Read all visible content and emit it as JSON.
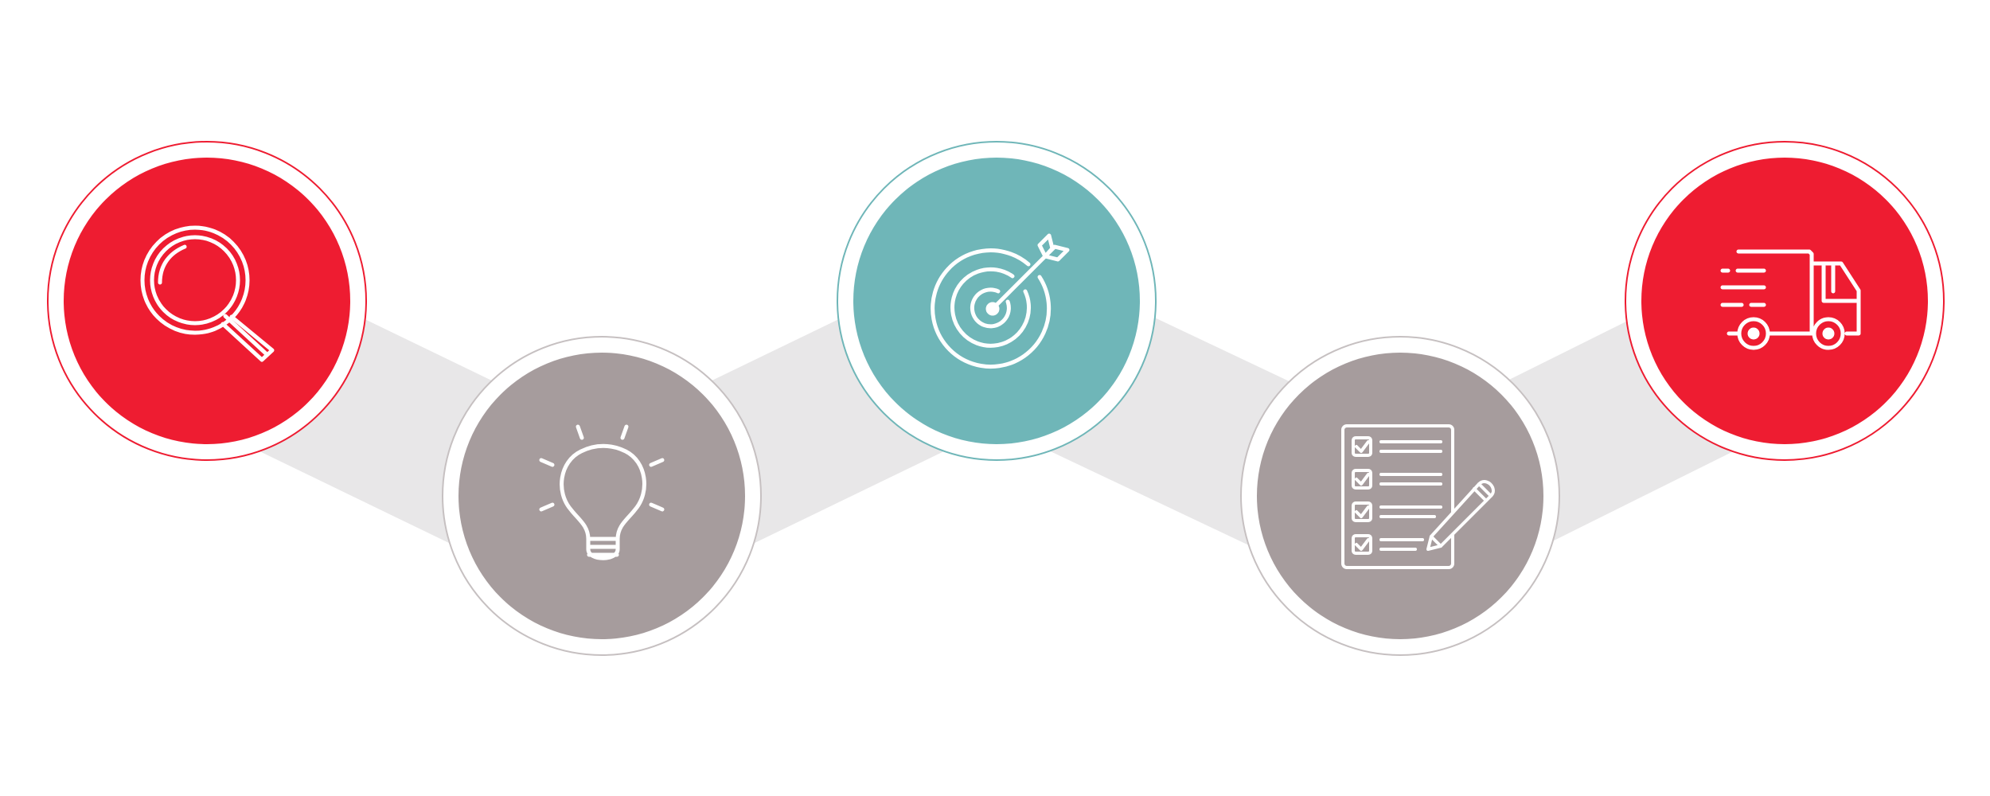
{
  "colors": {
    "background": "#ffffff",
    "connector": "#e8e7e8",
    "ring_fill": "#ffffff",
    "icon_stroke": "#ffffff"
  },
  "steps": [
    {
      "name": "research",
      "icon": "magnifying-glass-icon",
      "color": "#ee1c31",
      "outline": "#ee1c31"
    },
    {
      "name": "idea",
      "icon": "lightbulb-icon",
      "color": "#a69c9d",
      "outline": "#b7b0b1"
    },
    {
      "name": "target",
      "icon": "target-arrow-icon",
      "color": "#6fb6b8",
      "outline": "#6fb6b8"
    },
    {
      "name": "plan",
      "icon": "checklist-pencil-icon",
      "color": "#a69c9d",
      "outline": "#b7b0b1"
    },
    {
      "name": "delivery",
      "icon": "delivery-truck-icon",
      "color": "#ee1c31",
      "outline": "#ee1c31"
    }
  ]
}
